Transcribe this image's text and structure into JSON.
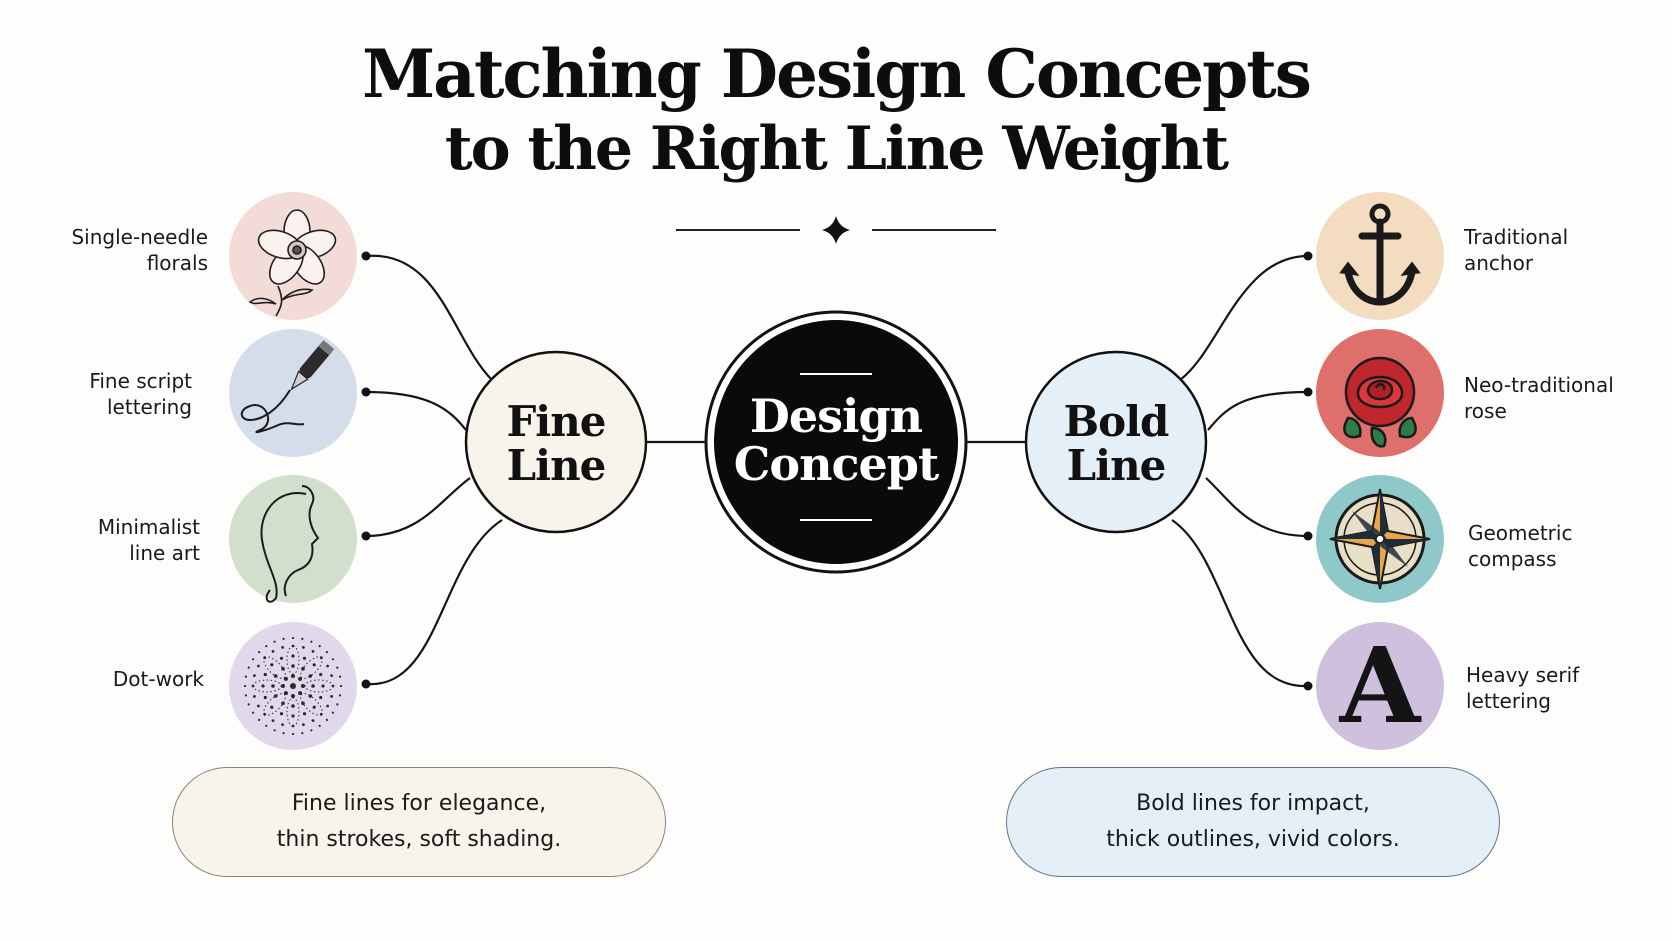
{
  "title": {
    "line1": "Matching Design Concepts",
    "line2": "to the Right Line Weight"
  },
  "center": {
    "label": "Design\nConcept"
  },
  "fine": {
    "label": "Fine\nLine",
    "items": [
      {
        "label": "Single-needle\nflorals",
        "icon": "flower-icon",
        "color": "#f3dcd8"
      },
      {
        "label": "Fine script\nlettering",
        "icon": "fountain-pen-icon",
        "color": "#d5dcea"
      },
      {
        "label": "Minimalist\nline art",
        "icon": "face-line-art-icon",
        "color": "#d2dfcd"
      },
      {
        "label": "Dot-work",
        "icon": "mandala-icon",
        "color": "#e2d8ec"
      }
    ],
    "summary": {
      "line1": "Fine lines for elegance,",
      "line2": "thin strokes, soft shading."
    }
  },
  "bold": {
    "label": "Bold\nLine",
    "items": [
      {
        "label": "Traditional\nanchor",
        "icon": "anchor-icon",
        "color": "#f4dcc0"
      },
      {
        "label": "Neo-traditional\nrose",
        "icon": "rose-icon",
        "color": "#de6f6b"
      },
      {
        "label": "Geometric\ncompass",
        "icon": "compass-icon",
        "color": "#8ec8c8"
      },
      {
        "label": "Heavy serif\nlettering",
        "icon": "serif-letter-icon",
        "color": "#cfc0de",
        "glyph": "A"
      }
    ],
    "summary": {
      "line1": "Bold lines for impact,",
      "line2": "thick outlines, vivid colors."
    }
  },
  "colors": {
    "center_fill": "#0a0a0a",
    "fine_fill": "#f8f4ec",
    "bold_fill": "#e5eff7",
    "stroke": "#111111"
  }
}
